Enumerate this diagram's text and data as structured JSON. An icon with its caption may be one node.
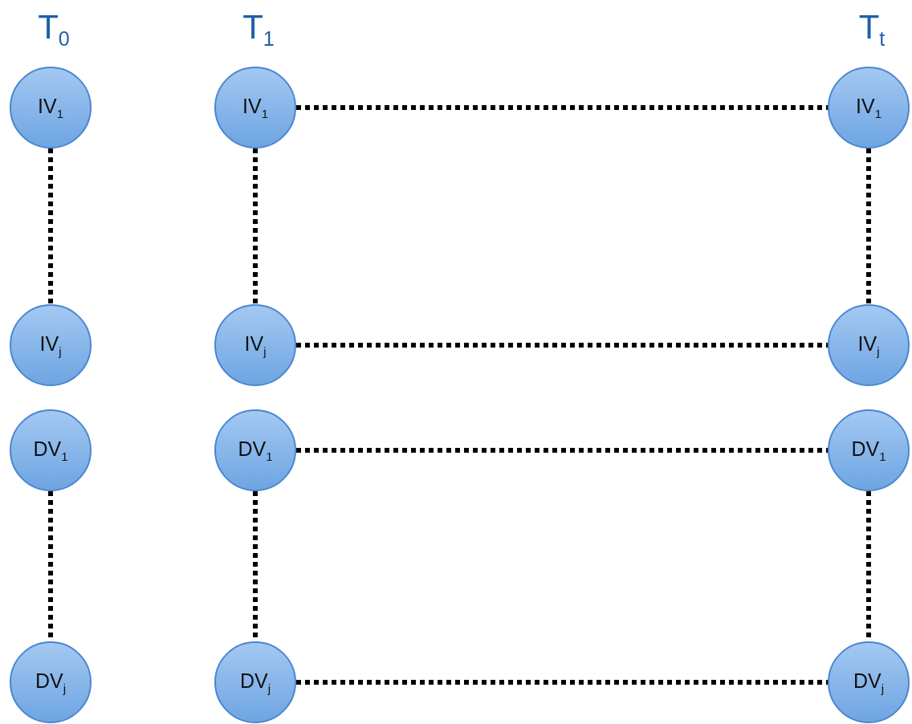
{
  "diagram": {
    "nodes": [
      {
        "text": [
          "IV$_{1}$"
        ]
      },
      {
        "text": [
          "IV$_{1}$"
        ]
      },
      {
        "text": [
          "IV$_{1}$"
        ]
      },
      {
        "text": [
          "IV$_{j}$"
        ]
      },
      {
        "text": [
          "IV$_{j}$"
        ]
      },
      {
        "text": [
          "IV$_{j}$"
        ]
      },
      {
        "text": [
          "DV$_{1}$"
        ]
      },
      {
        "text": [
          "DV$_{1}$"
        ]
      },
      {
        "text": [
          "DV$_{1}$"
        ]
      },
      {
        "text": [
          "DV$_{j}$"
        ]
      },
      {
        "text": [
          "DV$_{j}$"
        ]
      },
      {
        "text": [
          "DV$_{j}$"
        ]
      }
    ],
    "edges": [
      {
        "from": 0,
        "to": 3,
        "arrow": "none",
        "style": "dashed"
      },
      {
        "from": 1,
        "to": 4,
        "arrow": "none",
        "style": "dashed"
      },
      {
        "from": 2,
        "to": 5,
        "arrow": "none",
        "style": "dashed"
      },
      {
        "from": 6,
        "to": 9,
        "arrow": "none",
        "style": "dashed"
      },
      {
        "from": 7,
        "to": 10,
        "arrow": "none",
        "style": "dashed"
      },
      {
        "from": 8,
        "to": 11,
        "arrow": "none",
        "style": "dashed"
      },
      {
        "from": 1,
        "to": 2,
        "arrow": "none",
        "style": "dashed"
      },
      {
        "from": 4,
        "to": 5,
        "arrow": "none",
        "style": "dashed"
      },
      {
        "from": 7,
        "to": 8,
        "arrow": "none",
        "style": "dashed"
      },
      {
        "from": 10,
        "to": 11,
        "arrow": "none",
        "style": "dashed"
      }
    ],
    "labels": [
      "T$_{0}$",
      "T$_{1}$",
      "T$_{t}$"
    ]
  }
}
